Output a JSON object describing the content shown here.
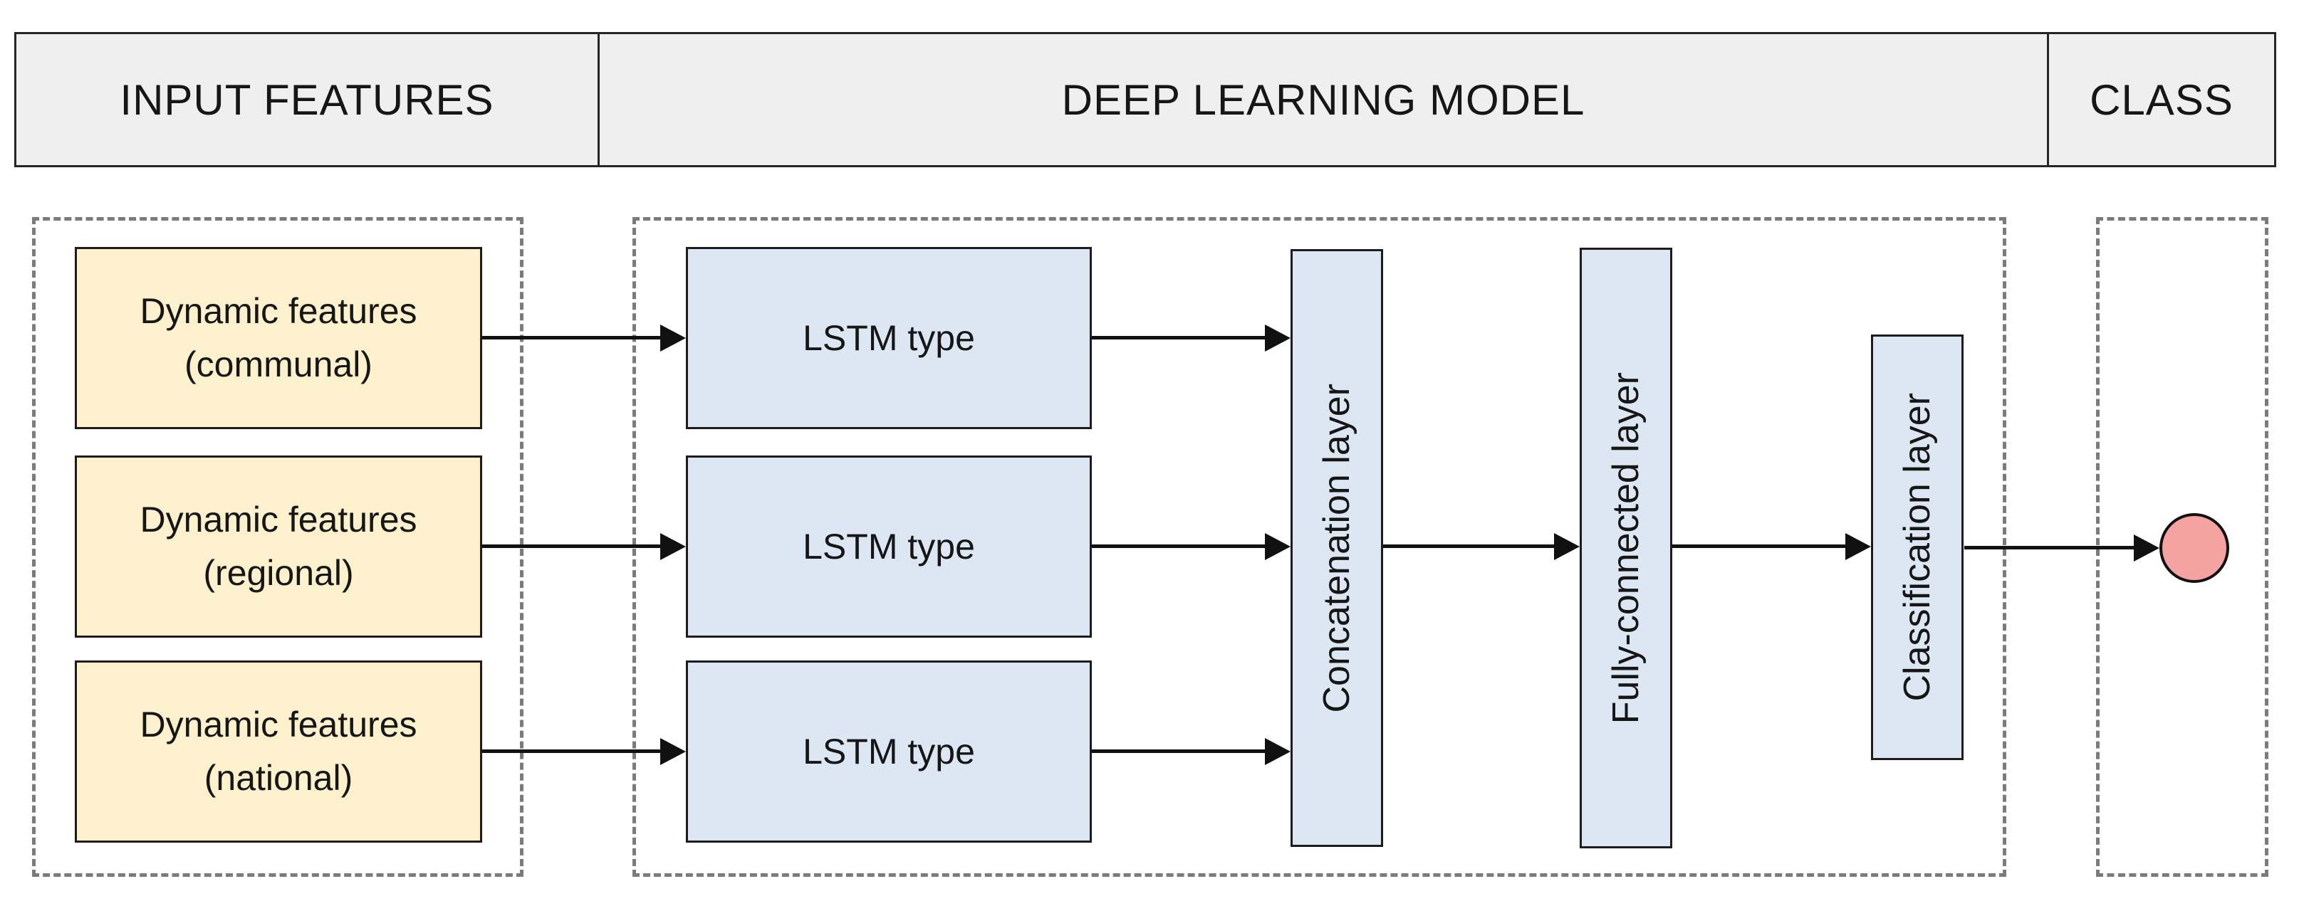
{
  "header": {
    "cells": [
      {
        "label": "INPUT FEATURES"
      },
      {
        "label": "DEEP LEARNING MODEL"
      },
      {
        "label": "CLASS"
      }
    ]
  },
  "input_features": {
    "boxes": [
      {
        "title": "Dynamic features",
        "subtitle": "(communal)"
      },
      {
        "title": "Dynamic features",
        "subtitle": "(regional)"
      },
      {
        "title": "Dynamic features",
        "subtitle": "(national)"
      }
    ]
  },
  "deep_learning_model": {
    "lstm_boxes": [
      {
        "label": "LSTM type"
      },
      {
        "label": "LSTM type"
      },
      {
        "label": "LSTM type"
      }
    ],
    "layers": [
      {
        "label": "Concatenation layer"
      },
      {
        "label": "Fully-connected layer"
      },
      {
        "label": "Classification layer"
      }
    ]
  },
  "class_output": {
    "shape": "output-class-circle"
  },
  "colors": {
    "header_fill": "#efefef",
    "input_box_fill": "#fcf0cd",
    "model_box_fill": "#dde7f3",
    "circle_fill": "#f4a2a2",
    "dashed_border": "#7b7b7b",
    "box_border": "#1c1c1c",
    "arrow": "#111111"
  }
}
